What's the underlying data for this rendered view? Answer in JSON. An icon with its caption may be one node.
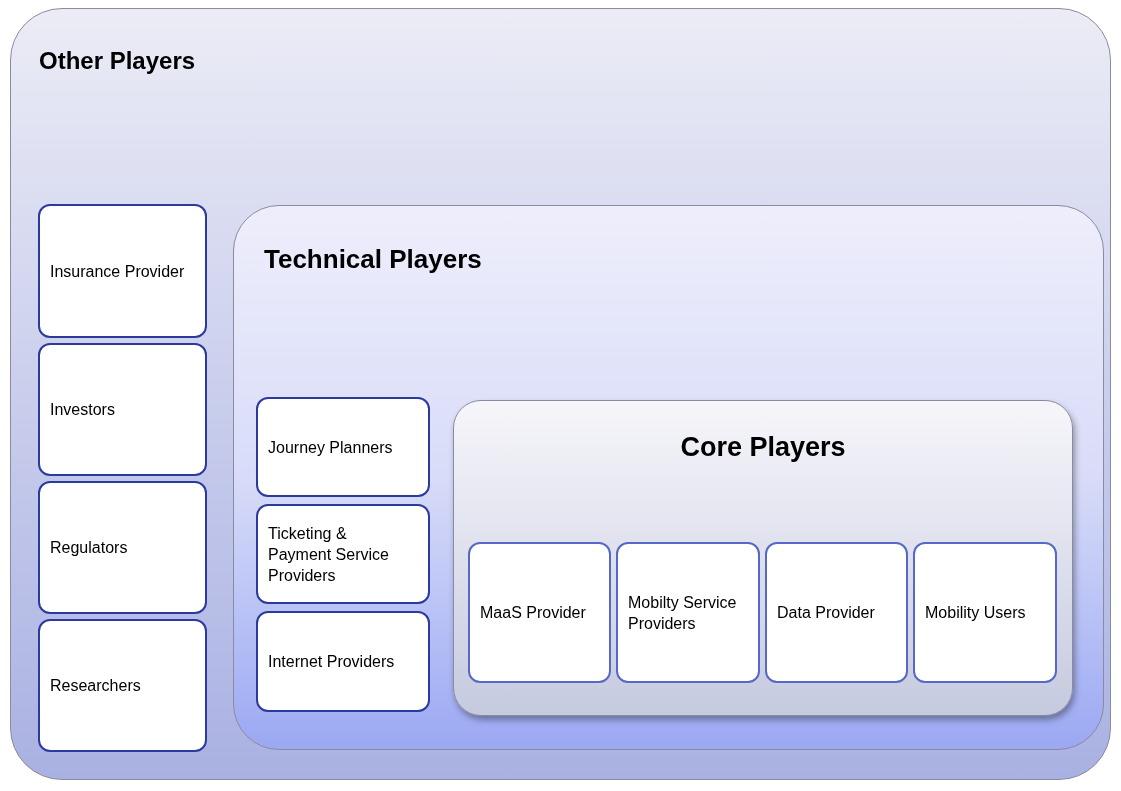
{
  "diagram": {
    "nodes": [
      {
        "text": [
          "Other Players"
        ]
      },
      {
        "text": [
          "Insurance Provider"
        ],
        "in": 0
      },
      {
        "text": [
          "Investors"
        ],
        "in": 0
      },
      {
        "text": [
          "Regulators"
        ],
        "in": 0
      },
      {
        "text": [
          "Researchers"
        ],
        "in": 0
      },
      {
        "text": [
          "Technical Players"
        ],
        "in": 0
      },
      {
        "text": [
          "Journey Planners"
        ],
        "in": 5
      },
      {
        "text": [
          "Ticketing & Payment Service Providers"
        ],
        "in": 5
      },
      {
        "text": [
          "Internet Providers"
        ],
        "in": 5
      },
      {
        "text": [
          "Core Players"
        ],
        "in": 5
      },
      {
        "text": [
          "MaaS Provider"
        ],
        "in": 9
      },
      {
        "text": [
          "Mobilty Service Providers"
        ],
        "in": 9
      },
      {
        "text": [
          "Data Provider"
        ],
        "in": 9
      },
      {
        "text": [
          "Mobility Users"
        ],
        "in": 9
      }
    ],
    "edges": []
  }
}
